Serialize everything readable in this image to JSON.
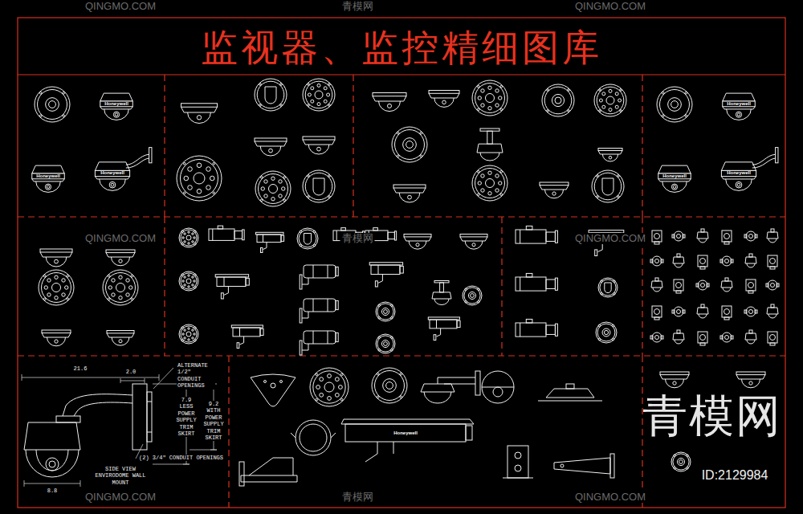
{
  "diagram": {
    "title": "监视器、监控精细图库",
    "labels": [
      "QINGMO.COM",
      "青模网",
      "QINGMO.COM",
      "Honeywell",
      "Honeywell",
      "Honeywell",
      "Honeywell",
      "Honeywell",
      "Honeywell",
      "QINGMO.COM",
      "青模网",
      "QINGMO.COM",
      "21.6",
      "2.0",
      "ALTERNATE 1/2\" CONDUIT OPENINGS",
      "7.9 LESS POWER SUPPLY TRIM SKIRT",
      "9.2 WITH POWER SUPPLY TRIM SKIRT",
      "(2) 3/4\" CONDUIT OPENINGS",
      "SIDE VIEW ENVIRODOME WALL MOUNT",
      "8.8",
      "Honeywell",
      "QINGMO.COM",
      "青模网",
      "QINGMO.COM",
      "青模网",
      "ID:2129984"
    ]
  }
}
